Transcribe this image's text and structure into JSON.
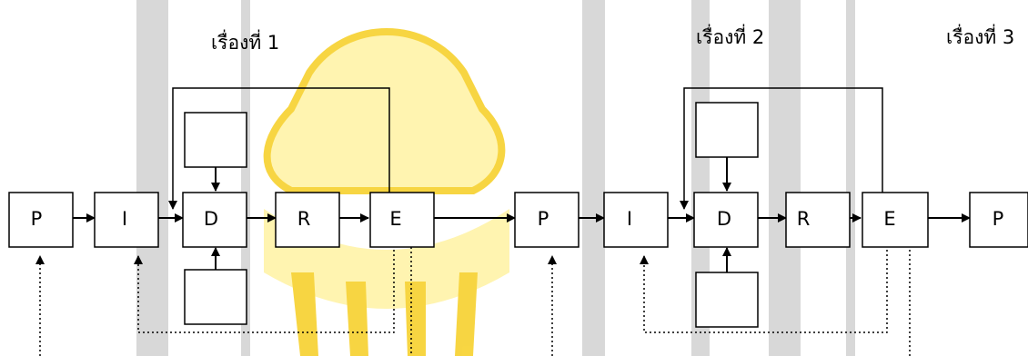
{
  "colors": {
    "line": "#000000",
    "box_fill": "#ffffff",
    "watermark_gray": "#c9c9c9",
    "watermark_yellow": "#fff3a8",
    "watermark_gold": "#f7d12e"
  },
  "titles": [
    "เรื่องที่ 1",
    "เรื่องที่ 2",
    "เรื่องที่ 3"
  ],
  "boxes": [
    "P",
    "I",
    "D",
    "R",
    "E",
    "P",
    "I",
    "D",
    "R",
    "E",
    "P"
  ]
}
